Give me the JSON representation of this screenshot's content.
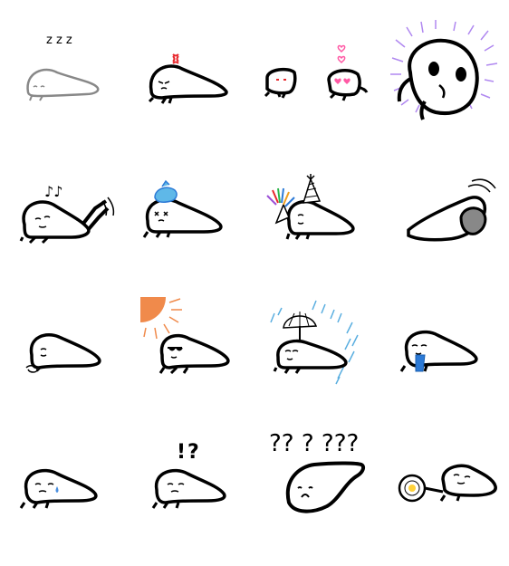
{
  "stickers": [
    {
      "id": 1,
      "text": "z z z"
    },
    {
      "id": 2
    },
    {
      "id": 3
    },
    {
      "id": 4
    },
    {
      "id": 5
    },
    {
      "id": 6,
      "text": "♪♪"
    },
    {
      "id": 7
    },
    {
      "id": 8
    },
    {
      "id": 9
    },
    {
      "id": 10
    },
    {
      "id": 11
    },
    {
      "id": 12
    },
    {
      "id": 13
    },
    {
      "id": 14
    },
    {
      "id": 15,
      "text": "!?"
    },
    {
      "id": 16,
      "text": "?? ? ???"
    }
  ],
  "colors": {
    "ink": "#000000",
    "ghost": "#888888",
    "anger": "#e8262b",
    "heart": "#ff5aa5",
    "aura": "#b088f0",
    "icepack": "#5fb8e8",
    "sun": "#f08a4b",
    "rain": "#5aaee0",
    "tear": "#4a8fe0",
    "drop": "#2c7ad6",
    "yolk": "#ffd23a",
    "party": [
      "#e8262b",
      "#2db54a",
      "#2c7ad6",
      "#f0a020",
      "#9b4fd6"
    ]
  }
}
